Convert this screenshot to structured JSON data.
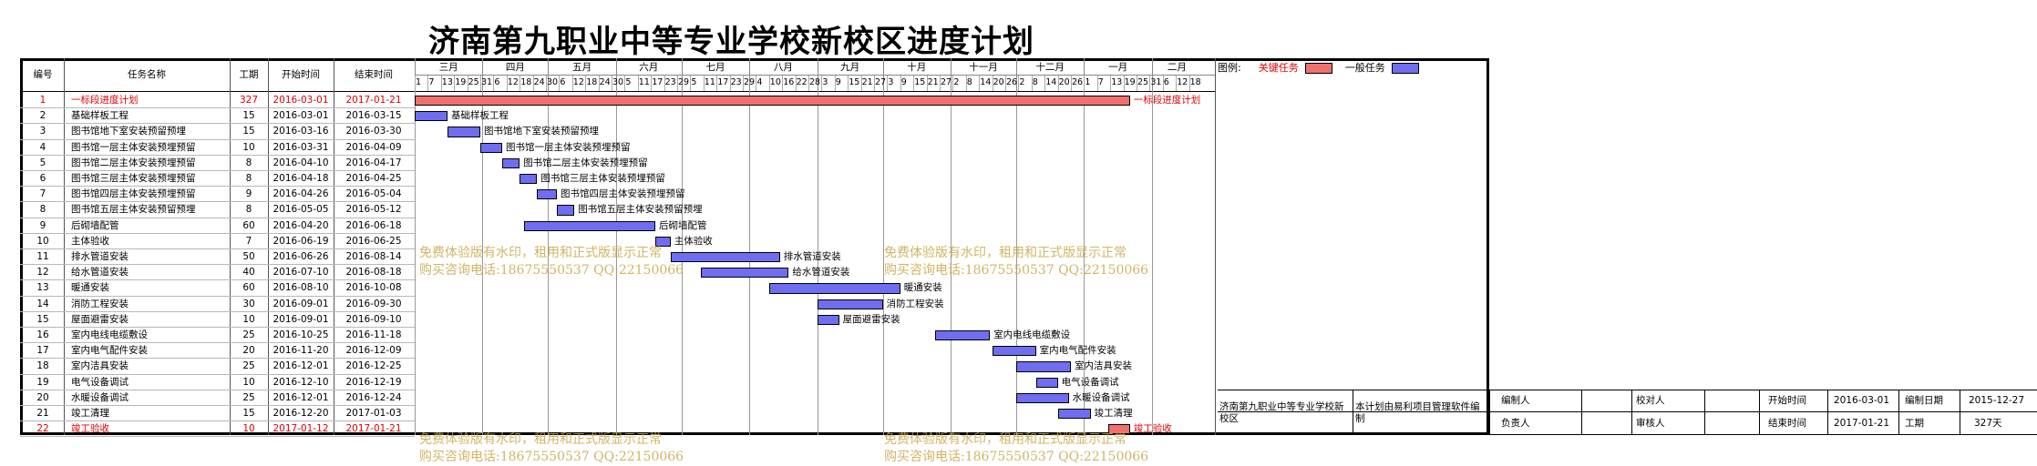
{
  "title": "济南第九职业中等专业学校新校区进度计划",
  "columns": {
    "no": "编号",
    "name": "任务名称",
    "duration": "工期",
    "start": "开始时间",
    "end": "结束时间"
  },
  "legend": {
    "label": "图例:",
    "critical": "关键任务",
    "normal": "一般任务",
    "critical_color": "#f07070",
    "normal_color": "#6e6ef0"
  },
  "months": [
    "三月",
    "四月",
    "五月",
    "六月",
    "七月",
    "八月",
    "九月",
    "十月",
    "十一月",
    "十二月",
    "一月",
    "二月"
  ],
  "day_ticks": [
    "1",
    "7",
    "13",
    "19",
    "25",
    "31",
    "6",
    "12",
    "18",
    "24",
    "30",
    "6",
    "12",
    "18",
    "24",
    "30",
    "5",
    "11",
    "17",
    "23",
    "29",
    "5",
    "11",
    "17",
    "23",
    "29",
    "4",
    "10",
    "16",
    "22",
    "28",
    "3",
    "9",
    "15",
    "21",
    "27",
    "3",
    "9",
    "15",
    "21",
    "27",
    "2",
    "8",
    "14",
    "20",
    "26",
    "2",
    "8",
    "14",
    "20",
    "26",
    "1",
    "7",
    "13",
    "19",
    "25",
    "31",
    "6",
    "12",
    "18"
  ],
  "timeline_start": "2016-03-01",
  "tasks": [
    {
      "no": "1",
      "name": "一标段进度计划",
      "duration": "327",
      "start": "2016-03-01",
      "end": "2017-01-21",
      "critical": true
    },
    {
      "no": "2",
      "name": "基础样板工程",
      "duration": "15",
      "start": "2016-03-01",
      "end": "2016-03-15",
      "critical": false
    },
    {
      "no": "3",
      "name": "图书馆地下室安装预留预埋",
      "duration": "15",
      "start": "2016-03-16",
      "end": "2016-03-30",
      "critical": false
    },
    {
      "no": "4",
      "name": "图书馆一层主体安装预埋预留",
      "duration": "10",
      "start": "2016-03-31",
      "end": "2016-04-09",
      "critical": false
    },
    {
      "no": "5",
      "name": "图书馆二层主体安装预埋预留",
      "duration": "8",
      "start": "2016-04-10",
      "end": "2016-04-17",
      "critical": false
    },
    {
      "no": "6",
      "name": "图书馆三层主体安装预埋预留",
      "duration": "8",
      "start": "2016-04-18",
      "end": "2016-04-25",
      "critical": false
    },
    {
      "no": "7",
      "name": "图书馆四层主体安装预埋预留",
      "duration": "9",
      "start": "2016-04-26",
      "end": "2016-05-04",
      "critical": false
    },
    {
      "no": "8",
      "name": "图书馆五层主体安装预留预埋",
      "duration": "8",
      "start": "2016-05-05",
      "end": "2016-05-12",
      "critical": false
    },
    {
      "no": "9",
      "name": "后砌墙配管",
      "duration": "60",
      "start": "2016-04-20",
      "end": "2016-06-18",
      "critical": false
    },
    {
      "no": "10",
      "name": "主体验收",
      "duration": "7",
      "start": "2016-06-19",
      "end": "2016-06-25",
      "critical": false
    },
    {
      "no": "11",
      "name": "排水管道安装",
      "duration": "50",
      "start": "2016-06-26",
      "end": "2016-08-14",
      "critical": false
    },
    {
      "no": "12",
      "name": "给水管道安装",
      "duration": "40",
      "start": "2016-07-10",
      "end": "2016-08-18",
      "critical": false
    },
    {
      "no": "13",
      "name": "暖通安装",
      "duration": "60",
      "start": "2016-08-10",
      "end": "2016-10-08",
      "critical": false
    },
    {
      "no": "14",
      "name": "消防工程安装",
      "duration": "30",
      "start": "2016-09-01",
      "end": "2016-09-30",
      "critical": false
    },
    {
      "no": "15",
      "name": "屋面避雷安装",
      "duration": "10",
      "start": "2016-09-01",
      "end": "2016-09-10",
      "critical": false
    },
    {
      "no": "16",
      "name": "室内电线电缆敷设",
      "duration": "25",
      "start": "2016-10-25",
      "end": "2016-11-18",
      "critical": false
    },
    {
      "no": "17",
      "name": "室内电气配件安装",
      "duration": "20",
      "start": "2016-11-20",
      "end": "2016-12-09",
      "critical": false
    },
    {
      "no": "18",
      "name": "室内洁具安装",
      "duration": "25",
      "start": "2016-12-01",
      "end": "2016-12-25",
      "critical": false
    },
    {
      "no": "19",
      "name": "电气设备调试",
      "duration": "10",
      "start": "2016-12-10",
      "end": "2016-12-19",
      "critical": false
    },
    {
      "no": "20",
      "name": "水暖设备调试",
      "duration": "25",
      "start": "2016-12-01",
      "end": "2016-12-24",
      "critical": false
    },
    {
      "no": "21",
      "name": "竣工清理",
      "duration": "15",
      "start": "2016-12-20",
      "end": "2017-01-03",
      "critical": false
    },
    {
      "no": "22",
      "name": "竣工验收",
      "duration": "10",
      "start": "2017-01-12",
      "end": "2017-01-21",
      "critical": true
    }
  ],
  "bar_labels": [
    "一标段进度计划",
    "基础样板工程",
    "图书馆地下室安装预留预埋",
    "图书馆一层主体安装预埋预留",
    "图书馆二层主体安装预埋预留",
    "图书馆三层主体安装预埋预留",
    "图书馆四层主体安装预埋预留",
    "图书馆五层主体安装预留预埋",
    "后砌墙配管",
    "主体验收",
    "排水管道安装",
    "给水管道安装",
    "暖通安装",
    "消防工程安装",
    "屋面避雷安装",
    "室内电线电缆敷设",
    "室内电气配件安装",
    "室内洁具安装",
    "电气设备调试",
    "水暖设备调试",
    "竣工清理",
    "竣工验收"
  ],
  "watermark": {
    "line1": "免费体验版有水印，租用和正式版显示正常",
    "line2": "购买咨询电话:18675550537 QQ:22150066"
  },
  "footer": {
    "project": "济南第九职业中等专业学校新校区",
    "software": "本计划由易利项目管理软件编制",
    "editor_label": "编制人",
    "editor": "",
    "reviewer_label": "校对人",
    "reviewer": "",
    "owner_label": "负责人",
    "owner": "",
    "checker_label": "审核人",
    "checker": "",
    "start_label": "开始时间",
    "start": "2016-03-01",
    "end_label": "结束时间",
    "end": "2017-01-21",
    "date_label": "编制日期",
    "date": "2015-12-27",
    "duration_label": "工期",
    "duration": "327天"
  }
}
